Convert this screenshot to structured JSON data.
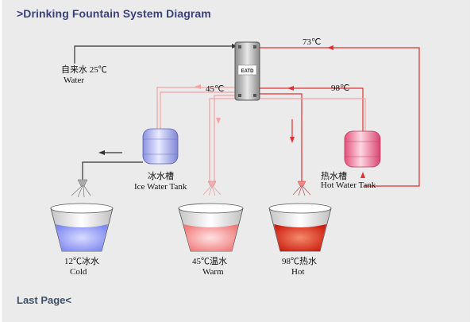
{
  "header": {
    "title": ">Drinking Fountain System Diagram"
  },
  "footer": {
    "last_page": "Last Page<"
  },
  "diagram": {
    "unit_label": "EATD",
    "inlet": {
      "zh": "自来水 25℃",
      "en": "Water"
    },
    "temps": {
      "hot_return": "73℃",
      "mid": "45℃",
      "hot_in": "98℃"
    },
    "ice_tank": {
      "zh": "冰水槽",
      "en": "Ice Water Tank"
    },
    "hot_tank": {
      "zh": "热水槽",
      "en": "Hot Water Tank"
    },
    "cups": [
      {
        "zh": "12℃冰水",
        "en": "Cold"
      },
      {
        "zh": "45℃温水",
        "en": "Warm"
      },
      {
        "zh": "98℃热水",
        "en": "Hot"
      }
    ],
    "colors": {
      "hot_line": "#e23030",
      "warm_line": "#f2a3a3",
      "cold_line": "#333333",
      "title": "#3a3f7e"
    }
  }
}
